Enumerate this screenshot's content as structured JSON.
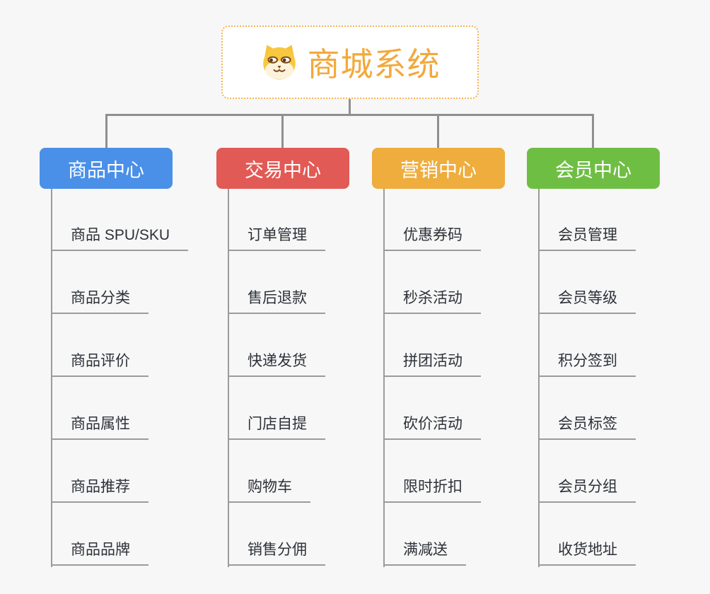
{
  "root": {
    "title": "商城系统",
    "icon": "shiba-dog-icon",
    "text_color": "#F2A93C",
    "border_color": "#F3B257"
  },
  "colors": {
    "background": "#F7F7F7",
    "connector": "#8F8F8F",
    "sub_connector": "#9B9B9B",
    "item_text": "#2D3138"
  },
  "branches": [
    {
      "label": "商品中心",
      "color": "#4A90E8",
      "items": [
        "商品 SPU/SKU",
        "商品分类",
        "商品评价",
        "商品属性",
        "商品推荐",
        "商品品牌"
      ]
    },
    {
      "label": "交易中心",
      "color": "#E25A55",
      "items": [
        "订单管理",
        "售后退款",
        "快递发货",
        "门店自提",
        "购物车",
        "销售分佣"
      ]
    },
    {
      "label": "营销中心",
      "color": "#EEAD3D",
      "items": [
        "优惠券码",
        "秒杀活动",
        "拼团活动",
        "砍价活动",
        "限时折扣",
        "满减送"
      ]
    },
    {
      "label": "会员中心",
      "color": "#6FBE44",
      "items": [
        "会员管理",
        "会员等级",
        "积分签到",
        "会员标签",
        "会员分组",
        "收货地址"
      ]
    }
  ]
}
